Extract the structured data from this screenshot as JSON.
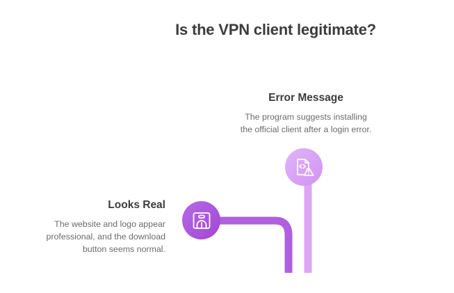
{
  "page": {
    "title": "Is the VPN client legitimate?",
    "background_color": "#ffffff",
    "title_color": "#3c3c3c"
  },
  "theme": {
    "accent_dark_purple": "#b05fdf",
    "accent_light_purple": "#dca5f8",
    "icon_circle_error": "#d9a0f5",
    "icon_circle_looksreal": "#a94fd8",
    "body_text_color": "#6b6b6b"
  },
  "nodes": [
    {
      "id": "error-message",
      "title": "Error Message",
      "description": "The program suggests installing the official client after a login error.",
      "description_lines": [
        "The program suggests installing",
        "the official client after a login error."
      ],
      "icon": "code-document-warning-icon",
      "align": "center"
    },
    {
      "id": "looks-real",
      "title": "Looks Real",
      "description": "The website and logo appear professional, and the download button seems normal.",
      "description_lines": [
        "The website and logo appear",
        "professional, and the download",
        "button seems normal."
      ],
      "icon": "storefront-window-icon",
      "align": "right"
    }
  ],
  "connectors": [
    {
      "id": "looks-real-path",
      "color": "#b05fdf",
      "shape": "elbow-down-right"
    },
    {
      "id": "error-message-path",
      "color": "#dca5f8",
      "shape": "vertical"
    }
  ]
}
